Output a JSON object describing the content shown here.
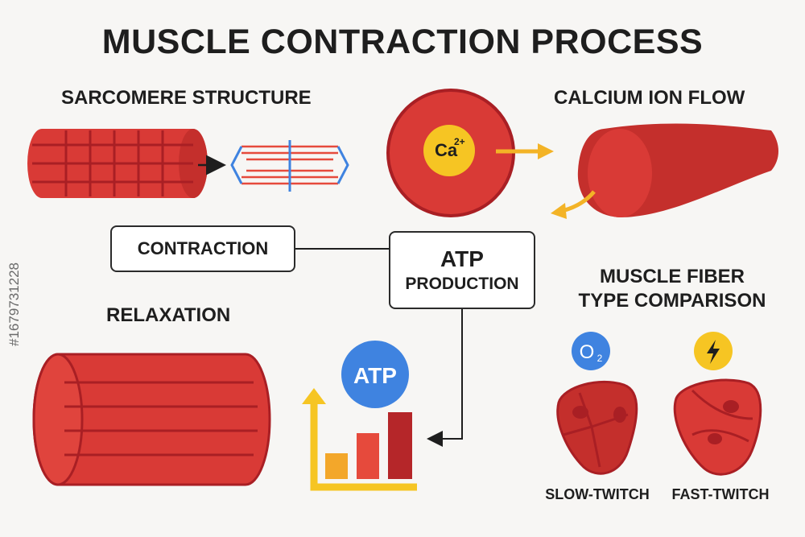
{
  "title": "MUSCLE CONTRACTION PROCESS",
  "sections": {
    "sarcomere": "SARCOMERE STRUCTURE",
    "calcium": "CALCIUM ION FLOW",
    "contraction": "CONTRACTION",
    "atp_title": "ATP",
    "atp_sub": "PRODUCTION",
    "relaxation": "RELAXATION",
    "fiber_line1": "MUSCLE FIBER",
    "fiber_line2": "TYPE COMPARISON"
  },
  "calcium_ion": {
    "base": "Ca",
    "charge": "2+"
  },
  "atp_badge": "ATP",
  "oxygen_badge": {
    "base": "O",
    "sub": "2"
  },
  "fiber_types": [
    {
      "label": "SLOW-TWITCH",
      "icon": "oxygen-icon"
    },
    {
      "label": "FAST-TWITCH",
      "icon": "lightning-icon"
    }
  ],
  "watermark": "#1679731228",
  "colors": {
    "muscle_red": "#d93a36",
    "muscle_dark": "#a91f24",
    "calcium_yellow": "#f6c523",
    "arrow_orange": "#f3b326",
    "badge_blue": "#3f83e0",
    "bar_orange": "#f3a72a",
    "bar_red": "#e64a3c",
    "bar_dark": "#b52629"
  }
}
